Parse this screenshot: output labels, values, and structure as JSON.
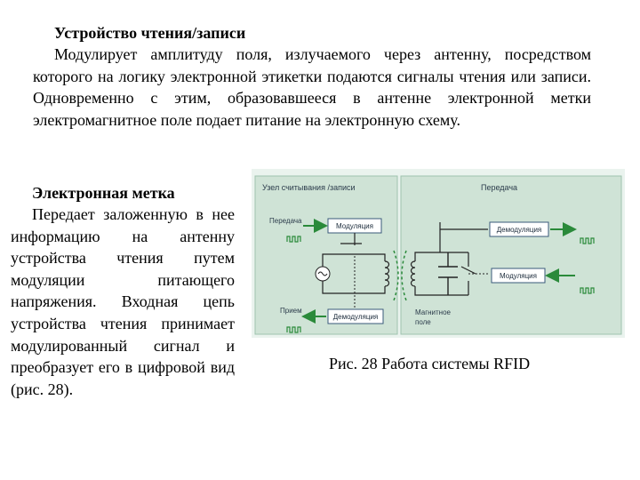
{
  "reader": {
    "heading": "Устройство чтения/записи",
    "text": "Модулирует амплитуду поля, излучаемого через антенну, посредством которого на логику электронной этикетки подаются сигналы чтения или записи. Одновременно с этим, образовавшееся в антенне электронной метки электромагнитное поле подает питание на электронную схему."
  },
  "tag": {
    "heading": "Электронная метка",
    "text": "Передает заложенную в нее информацию на антенну устройства чтения путем модуляции питающего напряжения. Входная цепь устройства чтения принимает модулированный сигнал и преобразует его в цифровой вид (рис. 28)."
  },
  "figure": {
    "left_panel_title": "Узел считывания /записи",
    "right_panel_title": "Передача",
    "left_transmit_label": "Передача",
    "left_receive_label": "Прием",
    "modulation_box": "Модуляция",
    "demodulation_box": "Демодуляция",
    "right_demodulation_box": "Демодуляция",
    "right_modulation_box": "Модуляция",
    "magnetic_field_label_1": "Магнитное",
    "magnetic_field_label_2": "поле",
    "colors": {
      "panel_bg": "#cfe3d6",
      "panel_border": "#9fc3ae",
      "arrow": "#2a8a3a",
      "box_border": "#3a5a7a",
      "pulse": "#2a8a3a",
      "ghost_text": "#e8f2ec"
    }
  },
  "caption": "Рис. 28 Работа системы RFID"
}
